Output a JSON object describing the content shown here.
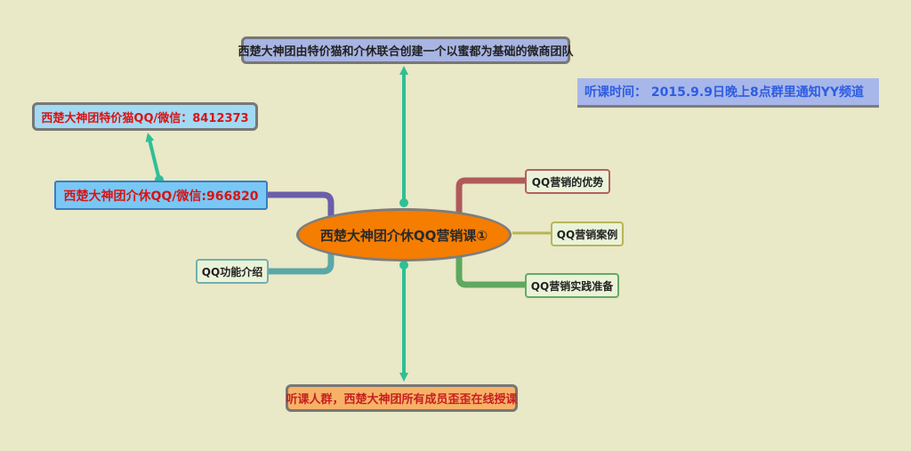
{
  "mindmap": {
    "center": "西楚大神团介休QQ营销课①",
    "top": "西楚大神团由特价猫和介休联合创建一个以蜜都为基础的微商团队",
    "bottom": "听课人群，西楚大神团所有成员歪歪在线授课",
    "left_main": "西楚大神团介休QQ/微信:966820",
    "left_top": "西楚大神团特价猫QQ/微信：8412373",
    "info": "听课时间： 2015.9.9日晚上8点群里通知YY频道",
    "branches": {
      "advantage": "QQ营销的优势",
      "case": "QQ营销案例",
      "prepare": "QQ营销实践准备",
      "intro": "QQ功能介绍"
    }
  },
  "colors": {
    "background": "#e9e8c7",
    "center_fill": "#f57d00",
    "arrow": "#2fbf95",
    "branch_advantage": "#b05a5a",
    "branch_case": "#b7b45a",
    "branch_prepare": "#5fa85f",
    "branch_intro": "#5aa7a7",
    "branch_left_main": "#6a5fa8"
  }
}
